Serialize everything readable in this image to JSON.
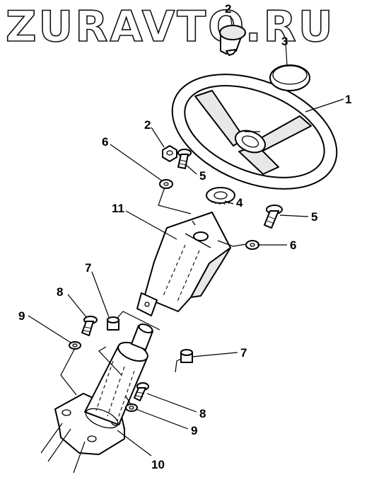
{
  "watermark": "ZURAVTO.RU",
  "callouts": {
    "c1": "1",
    "c2_top": "2",
    "c2_mid": "2",
    "c3": "3",
    "c4": "4",
    "c5_left": "5",
    "c5_right": "5",
    "c6_left": "6",
    "c6_right": "6",
    "c7_left": "7",
    "c7_right": "7",
    "c8_left": "8",
    "c8_right": "8",
    "c9_left": "9",
    "c9_right": "9",
    "c10": "10",
    "c11": "11"
  }
}
